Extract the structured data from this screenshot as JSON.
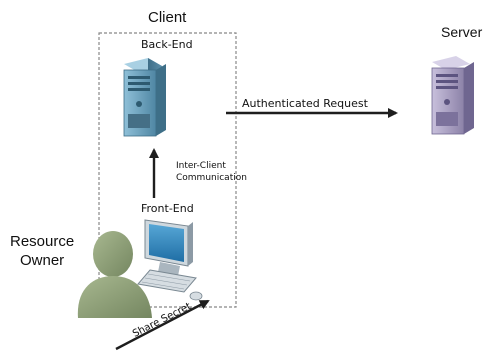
{
  "nodes": {
    "client": {
      "title": "Client",
      "back_end": "Back-End",
      "front_end": "Front-End"
    },
    "server": {
      "title": "Server"
    },
    "resource_owner": {
      "line1": "Resource",
      "line2": "Owner"
    }
  },
  "edges": {
    "authenticated_request": "Authenticated Request",
    "inter_client_line1": "Inter-Client",
    "inter_client_line2": "Communication",
    "share_secret": "Share Secret"
  },
  "icons": {
    "client_server": "server-tower-icon",
    "remote_server": "server-tower-icon",
    "front_end": "desktop-computer-icon",
    "owner": "person-icon"
  },
  "colors": {
    "client_server_body": "#5e97b2",
    "remote_server_body": "#9e94b6",
    "monitor_screen": "#2f89c1",
    "person": "#8fa07a",
    "arrow": "#1e1e1e",
    "dashed_box": "#888888"
  }
}
